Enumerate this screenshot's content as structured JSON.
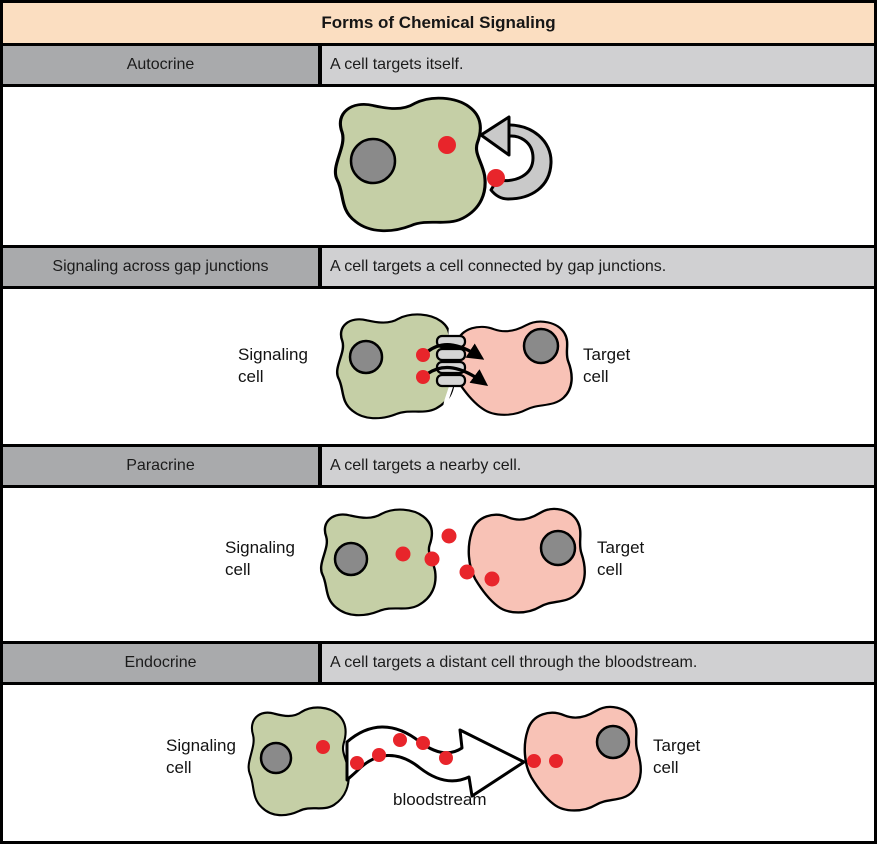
{
  "title": "Forms of Chemical Signaling",
  "rows": [
    {
      "term": "Autocrine",
      "definition": "A cell targets itself."
    },
    {
      "term": "Signaling across gap junctions",
      "definition": "A cell targets a cell connected by gap junctions.",
      "signaling_label": "Signaling cell",
      "target_label": "Target cell"
    },
    {
      "term": "Paracrine",
      "definition": "A cell targets a nearby cell.",
      "signaling_label": "Signaling cell",
      "target_label": "Target cell"
    },
    {
      "term": "Endocrine",
      "definition": "A cell targets a distant cell through the bloodstream.",
      "signaling_label": "Signaling cell",
      "target_label": "Target cell",
      "stream_label": "bloodstream"
    }
  ],
  "colors": {
    "title_bg": "#FBDEC1",
    "term_bg": "#A9AAAC",
    "definition_bg": "#D0D0D2",
    "signaling_cell": "#C5CFA6",
    "target_cell": "#F8C2B6",
    "nucleus": "#8A8A8A",
    "ligand_red": "#E8252B",
    "arrow_gray": "#C9C9C9",
    "junction_gray": "#D6D6D6",
    "border": "#000000"
  }
}
